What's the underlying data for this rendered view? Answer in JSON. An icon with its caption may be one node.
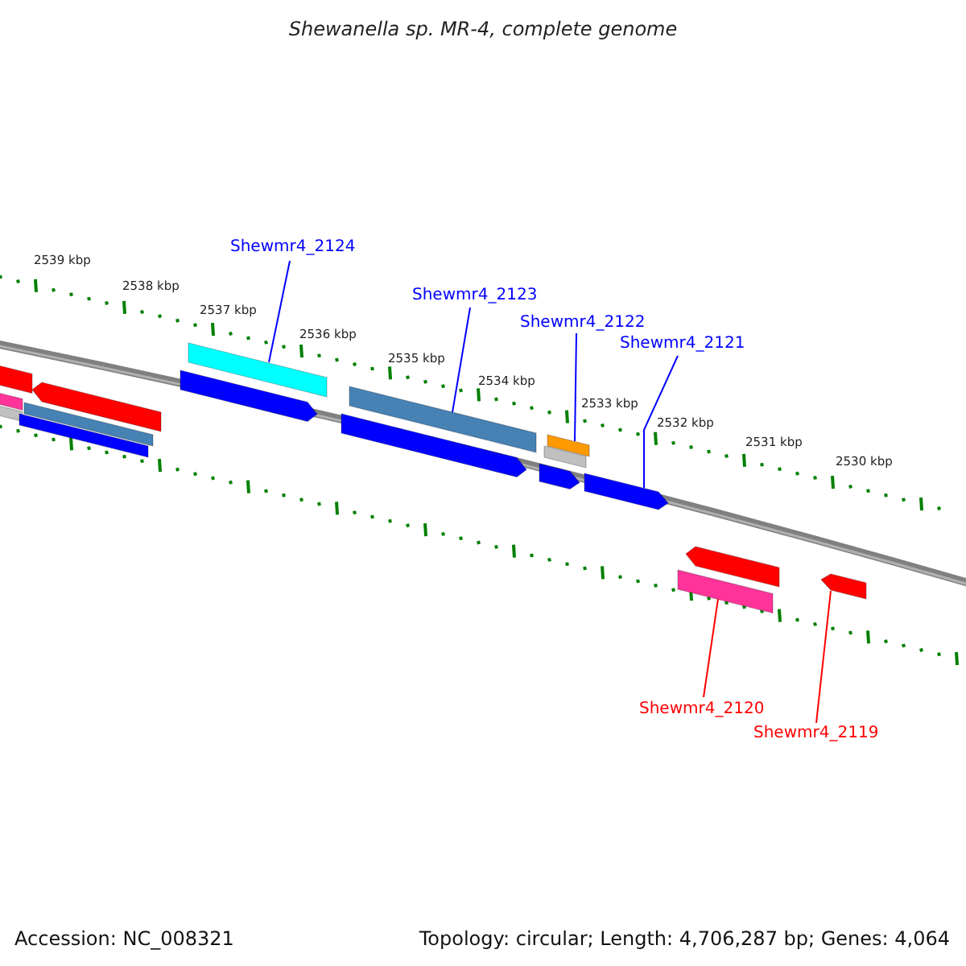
{
  "diagram": {
    "title": "Shewanella sp. MR-4, complete genome",
    "nodes": [
      {
        "text": [
          "Shewmr4_2124"
        ]
      },
      {
        "text": [
          "Shewmr4_2123"
        ]
      },
      {
        "text": [
          "Shewmr4_2122"
        ]
      },
      {
        "text": [
          "Shewmr4_2121"
        ]
      },
      {
        "text": [
          "Shewmr4_2120"
        ]
      },
      {
        "text": [
          "Shewmr4_2119"
        ]
      },
      {
        "text": [],
        "shape": "bar"
      },
      {
        "text": [],
        "shape": "bar"
      },
      {
        "text": [],
        "shape": "bar"
      },
      {
        "text": [],
        "shape": "bar"
      },
      {
        "text": [],
        "shape": "bar"
      },
      {
        "text": [],
        "shape": "bar"
      },
      {
        "text": [],
        "shape": "bar"
      },
      {
        "text": [],
        "shape": "bar"
      },
      {
        "text": [],
        "shape": "bar"
      },
      {
        "text": [],
        "shape": "bar"
      },
      {
        "text": [],
        "shape": "bar"
      },
      {
        "text": [],
        "shape": "bar"
      },
      {
        "text": [],
        "shape": "bar"
      },
      {
        "text": [],
        "shape": "bar"
      },
      {
        "text": [],
        "shape": "bar"
      },
      {
        "text": [],
        "shape": "bar"
      },
      {
        "text": [],
        "shape": "bar"
      }
    ],
    "edges": [
      {
        "from": 0,
        "to": 12,
        "arrow": "none",
        "color": "#0000ff"
      },
      {
        "from": 1,
        "to": 14,
        "arrow": "none",
        "color": "#0000ff"
      },
      {
        "from": 2,
        "to": 16,
        "arrow": "none",
        "color": "#0000ff"
      },
      {
        "from": 3,
        "to": 19,
        "arrow": "none",
        "color": "#0000ff"
      },
      {
        "from": 4,
        "to": 21,
        "arrow": "none",
        "color": "#ff0000"
      },
      {
        "from": 5,
        "to": 22,
        "arrow": "none",
        "color": "#ff0000"
      }
    ],
    "labels": [
      "2539 kbp",
      "2538 kbp",
      "2537 kbp",
      "2536 kbp",
      "2535 kbp",
      "2534 kbp",
      "2533 kbp",
      "2532 kbp",
      "2531 kbp",
      "2530 kbp",
      "Accession: NC_008321",
      "Topology: circular; Length: 4,706,287 bp; Genes: 4,064"
    ]
  }
}
